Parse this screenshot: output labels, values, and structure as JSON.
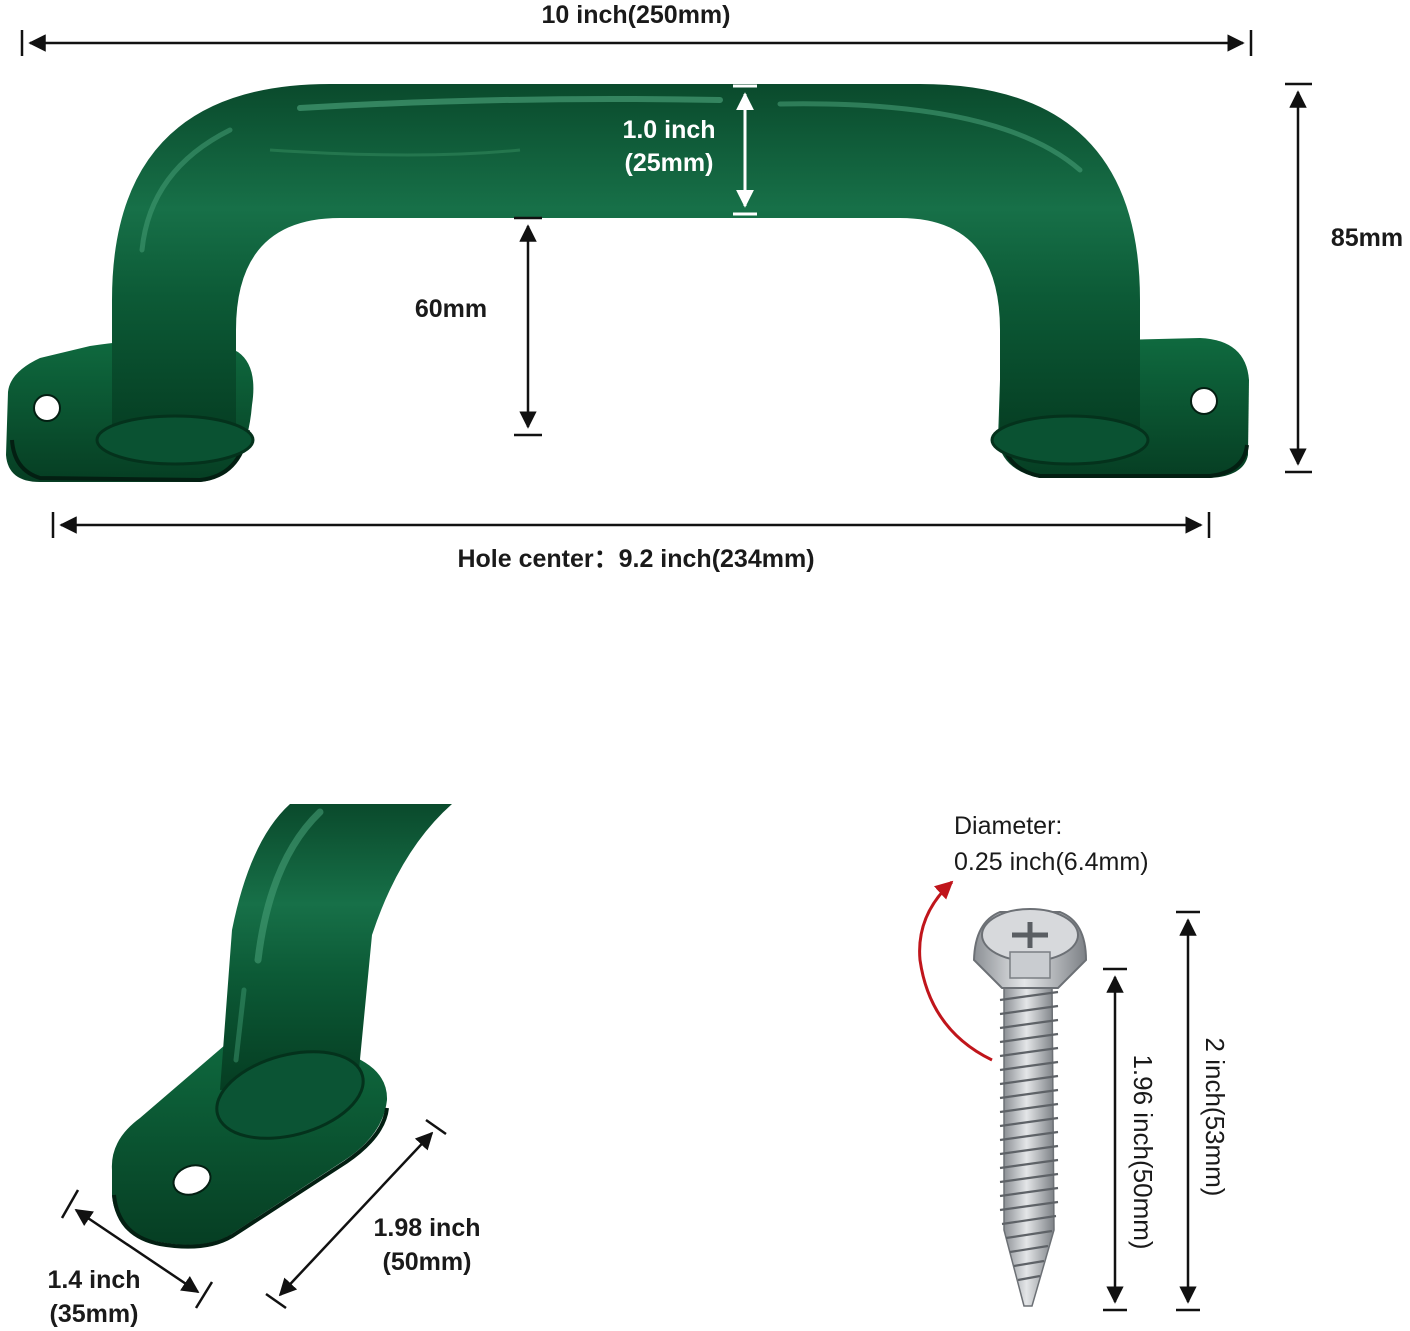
{
  "diagram": {
    "colors": {
      "handle_green": "#0c5a36",
      "handle_dark": "#053d22",
      "handle_highlight": "#2f8a5e",
      "dimension_line": "#111111",
      "rotation_arrow": "#c0151b",
      "screw_metal": "#b9bcc0"
    },
    "front_view": {
      "overall_length": "10 inch(250mm)",
      "tube_diameter_line1": "1.0 inch",
      "tube_diameter_line2": "(25mm)",
      "inner_clearance": "60mm",
      "overall_height": "85mm",
      "hole_center": "Hole center：9.2 inch(234mm)"
    },
    "base_detail": {
      "base_length_line1": "1.98 inch",
      "base_length_line2": "(50mm)",
      "base_width_line1": "1.4 inch",
      "base_width_line2": "(35mm)"
    },
    "screw": {
      "diameter_title": "Diameter:",
      "diameter_value": "0.25 inch(6.4mm)",
      "thread_length": "1.96 inch(50mm)",
      "total_length": "2 inch(53mm)"
    }
  }
}
